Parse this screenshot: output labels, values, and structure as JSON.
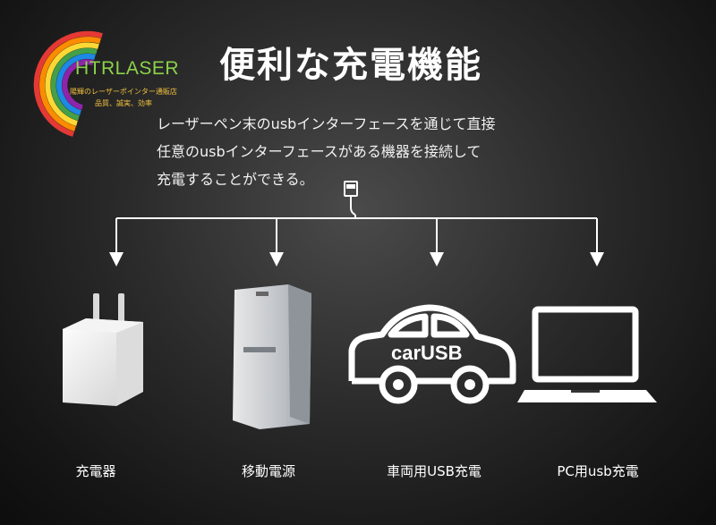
{
  "brand": {
    "name": "HTRLASER",
    "tagline1": "陽輝のレーザーポインター通販店",
    "tagline2": "品質、誠実、効率"
  },
  "headline": "便利な充電機能",
  "description": [
    "レーザーペン末のusbインターフェースを通じて直接",
    "任意のusbインターフェースがある機器を接続して",
    "充電することができる。"
  ],
  "devices": [
    {
      "label": "充電器",
      "icon": "wall-charger-icon"
    },
    {
      "label": "移動電源",
      "icon": "power-bank-icon"
    },
    {
      "label": "車両用USB充電",
      "icon": "car-icon",
      "badge": "carUSB"
    },
    {
      "label": "PC用usb充電",
      "icon": "laptop-icon"
    }
  ],
  "colors": {
    "background": "#2b2b2b",
    "text": "#ffffff",
    "logo_text": "#8bd24a",
    "logo_tagline": "#f0c040"
  }
}
